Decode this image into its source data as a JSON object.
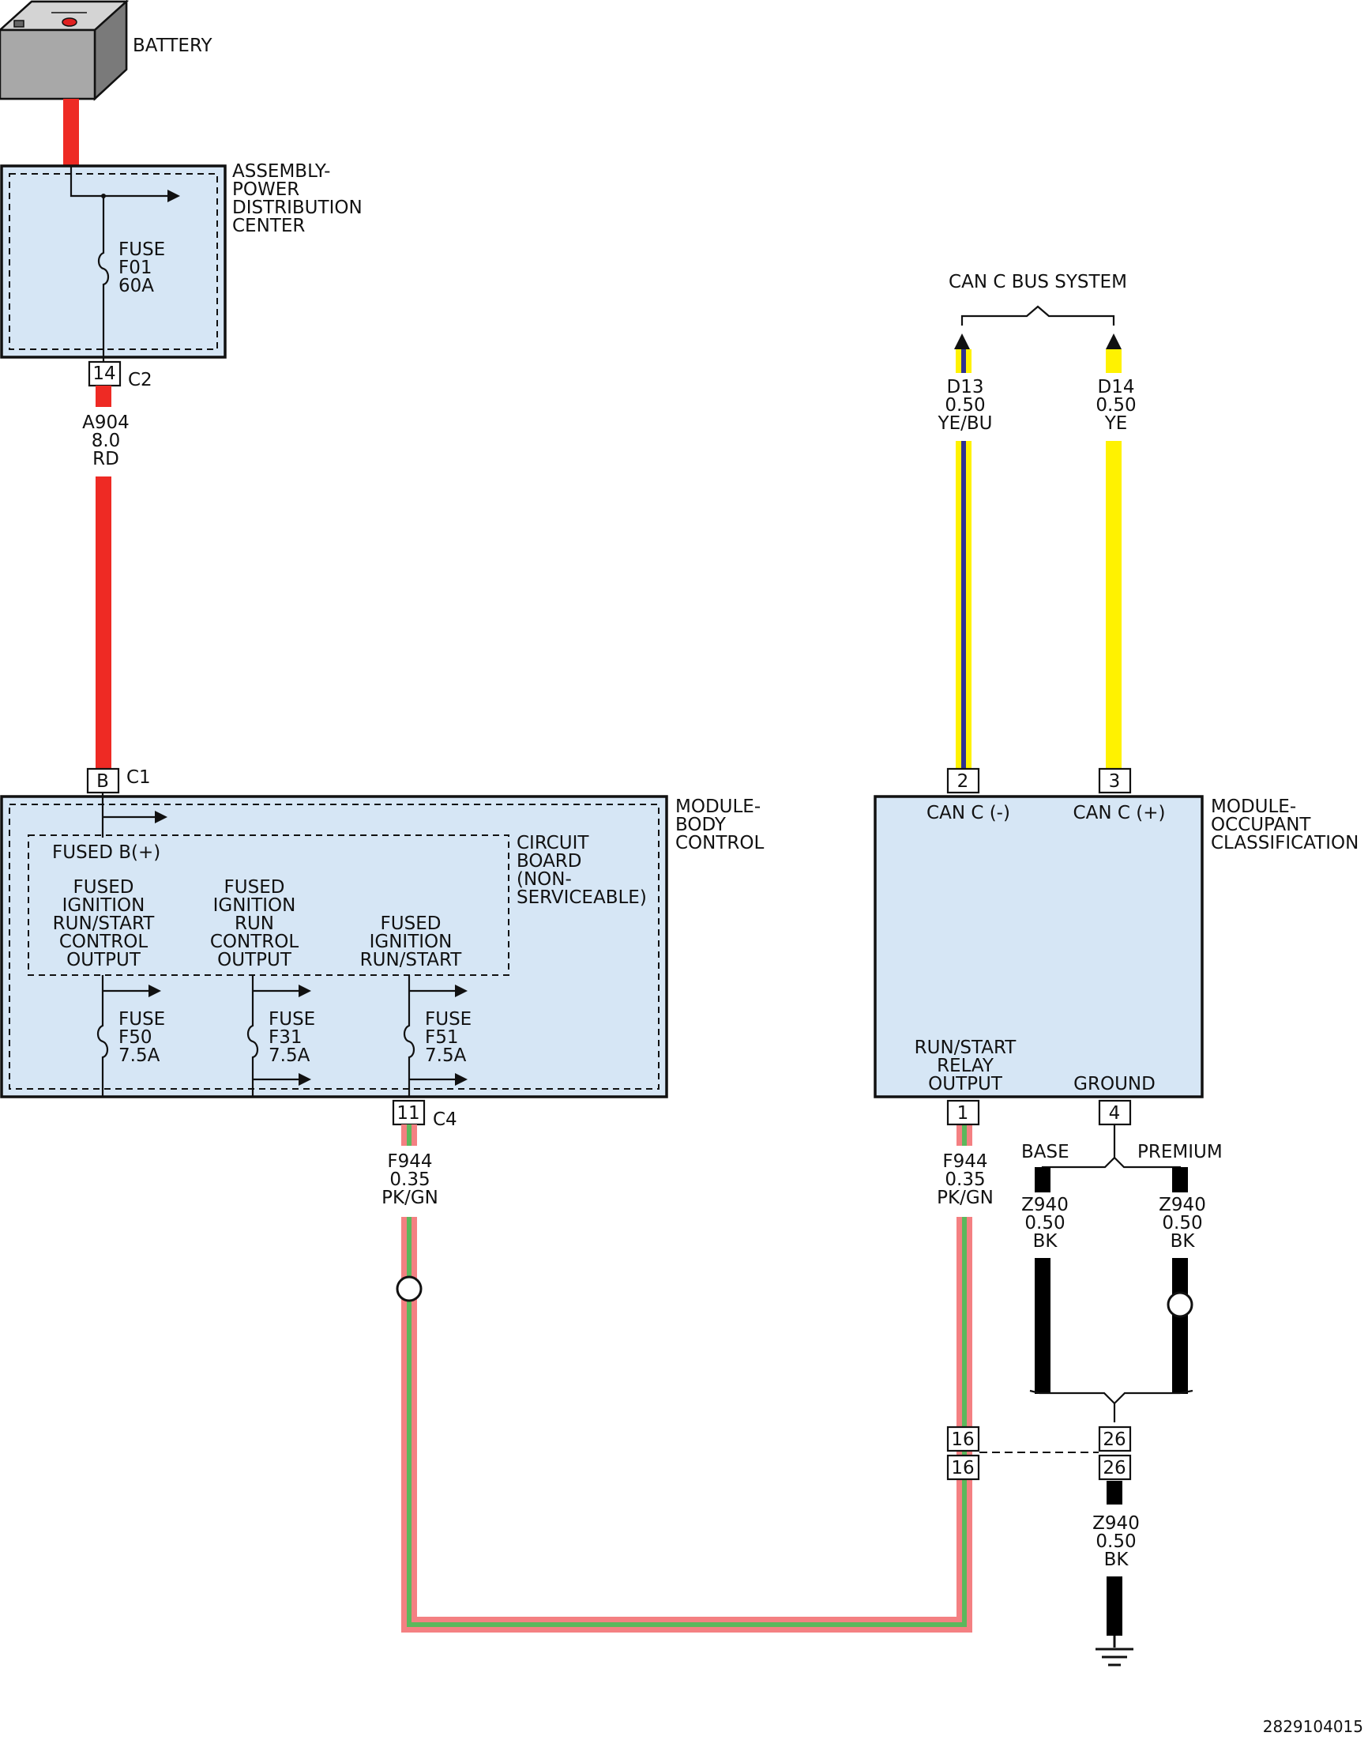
{
  "battery": {
    "label": "BATTERY"
  },
  "pdc": {
    "title": [
      "ASSEMBLY-",
      "POWER",
      "DISTRIBUTION",
      "CENTER"
    ],
    "fuse": [
      "FUSE",
      "F01",
      "60A"
    ],
    "pin": "14",
    "connector": "C2"
  },
  "wires": {
    "a904": [
      "A904",
      "8.0",
      "RD"
    ],
    "d13": [
      "D13",
      "0.50",
      "YE/BU"
    ],
    "d14": [
      "D14",
      "0.50",
      "YE"
    ],
    "f944_left": [
      "F944",
      "0.35",
      "PK/GN"
    ],
    "f944_right": [
      "F944",
      "0.35",
      "PK/GN"
    ],
    "z940_base": [
      "Z940",
      "0.50",
      "BK"
    ],
    "z940_premium": [
      "Z940",
      "0.50",
      "BK"
    ],
    "z940_ground": [
      "Z940",
      "0.50",
      "BK"
    ]
  },
  "can_bus": {
    "label": "CAN C BUS SYSTEM"
  },
  "bcm": {
    "title": [
      "MODULE-",
      "BODY",
      "CONTROL"
    ],
    "pin_top": "B",
    "connector_top": "C1",
    "circuit_board": [
      "CIRCUIT",
      "BOARD",
      "(NON-",
      "SERVICEABLE)"
    ],
    "fused_b": "FUSED B(+)",
    "out1": [
      "FUSED",
      "IGNITION",
      "RUN/START",
      "CONTROL",
      "OUTPUT"
    ],
    "out2": [
      "FUSED",
      "IGNITION",
      "RUN",
      "CONTROL",
      "OUTPUT"
    ],
    "out3": [
      "FUSED",
      "IGNITION",
      "RUN/START"
    ],
    "fuse_f50": [
      "FUSE",
      "F50",
      "7.5A"
    ],
    "fuse_f31": [
      "FUSE",
      "F31",
      "7.5A"
    ],
    "fuse_f51": [
      "FUSE",
      "F51",
      "7.5A"
    ],
    "pin_bottom": "11",
    "connector_bottom": "C4"
  },
  "ocm": {
    "title": [
      "MODULE-",
      "OCCUPANT",
      "CLASSIFICATION"
    ],
    "pin_can_minus": "2",
    "pin_can_plus": "3",
    "can_minus": "CAN C (-)",
    "can_plus": "CAN C (+)",
    "run_start": [
      "RUN/START",
      "RELAY",
      "OUTPUT"
    ],
    "ground": "GROUND",
    "pin_run": "1",
    "pin_ground": "4"
  },
  "variants": {
    "base": "BASE",
    "premium": "PREMIUM"
  },
  "inline_connector": {
    "pin_left": "16",
    "pin_right": "26"
  },
  "figure_id": "2829104015",
  "colors": {
    "red": "#ee2a24",
    "yellow": "#fff200",
    "blue": "#2e3192",
    "pink": "#f48082",
    "green": "#5cb85c",
    "black": "#000000",
    "module_fill": "#d6e6f5"
  }
}
